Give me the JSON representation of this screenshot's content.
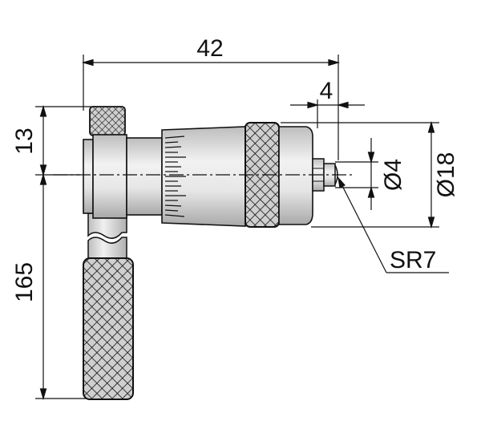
{
  "drawing": {
    "part": "micrometer head with extension handle",
    "dimensions": {
      "overall_length": "42",
      "spindle_offset": "4",
      "spindle_diameter": "Ø4",
      "body_diameter": "Ø18",
      "tip_radius": "SR7",
      "top_offset": "13",
      "handle_length": "165"
    },
    "colors": {
      "line": "#111111",
      "body_fill": "#d7d7d7",
      "body_highlight": "#f4f4f4",
      "knurl_fill": "#c8c8c8",
      "background": "#ffffff"
    }
  }
}
